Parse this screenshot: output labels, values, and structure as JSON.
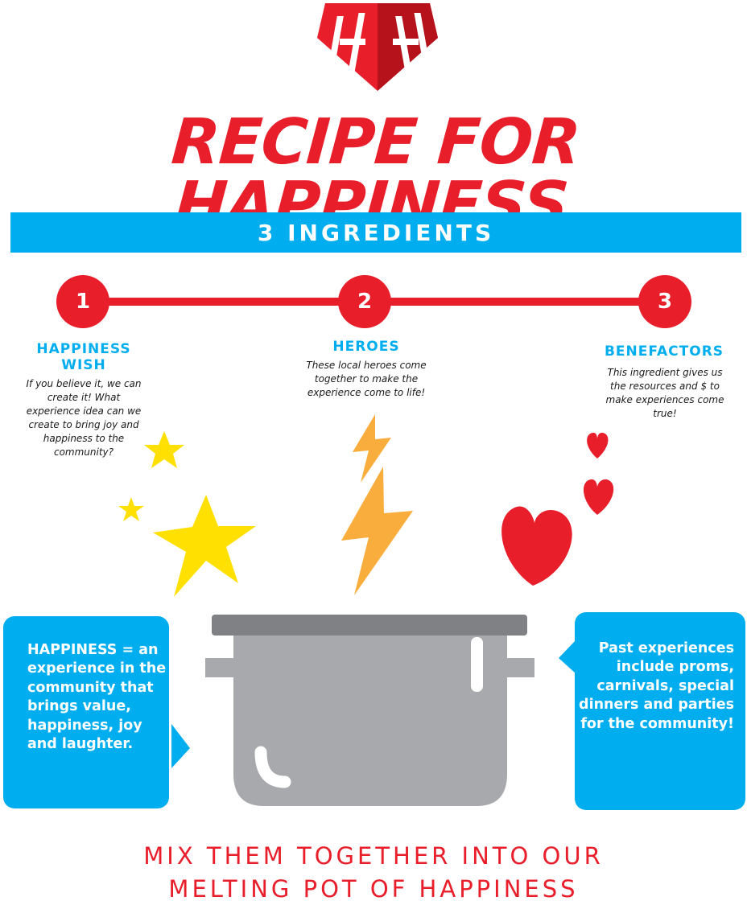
{
  "logo": {
    "name": "HH shield logo",
    "color": "#e81e2b"
  },
  "title": "RECIPE FOR HAPPINESS",
  "banner": "3 INGREDIENTS",
  "ingredients": [
    {
      "number": "1",
      "title": "HAPPINESS WISH",
      "desc": "If you believe it, we can create it!  What experience idea can we create to bring joy and happiness to the community?"
    },
    {
      "number": "2",
      "title": "HEROES",
      "desc": "These local heroes come together to make the experience come to life!"
    },
    {
      "number": "3",
      "title": "BENEFACTORS",
      "desc": "This ingredient gives us the resources and $ to make experiences come true!"
    }
  ],
  "left_bubble": "HAPPINESS = an experience in the community that brings value, happiness, joy and laughter.",
  "right_bubble": "Past experiences include proms, carnivals, special dinners and parties for the community!",
  "footer": {
    "line1": "MIX THEM TOGETHER INTO OUR",
    "line2": "MELTING POT OF HAPPINESS"
  },
  "icons": [
    "star-icon",
    "lightning-icon",
    "heart-icon",
    "pot-icon"
  ],
  "colors": {
    "red": "#e81e2b",
    "blue": "#00aeef",
    "yellow": "#ffe000",
    "orange": "#f9ad3c",
    "gray": "#a8a9ad"
  }
}
